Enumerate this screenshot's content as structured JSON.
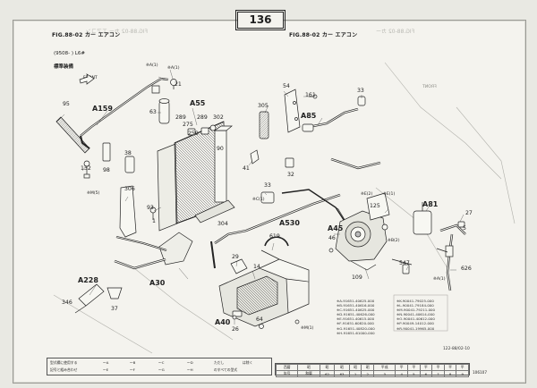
{
  "page_number": "136",
  "figure_left": "FIG.88-02",
  "figure_left_title": "カー エアコン",
  "figure_right": "FIG.88-02",
  "figure_right_title": "カー エアコン",
  "model_note": "(9508-    ) L6#",
  "standard_label": "標準装備",
  "front_label": "FRONT",
  "labels": {
    "n95": "95",
    "A159": "A159",
    "n132": "132",
    "n98": "98",
    "nM5": "※M(5)",
    "n38": "38",
    "n306": "306",
    "nA1": "※A(1)",
    "nA1b": "※A(1)",
    "n21": "21",
    "n63": "63",
    "A55": "A55",
    "n289a": "289",
    "n289b": "289",
    "n302": "302",
    "n275": "275",
    "n259": "259",
    "n93": "93",
    "n1": "1",
    "n41": "41",
    "n90": "90",
    "n304": "304",
    "A30": "A30",
    "A228": "A228",
    "n346": "346",
    "n37": "37",
    "n305": "305",
    "n54": "54",
    "n161": "161",
    "A85": "A85",
    "n33a": "33",
    "n32": "32",
    "n33b": "33",
    "nC1": "※C(1)",
    "A530": "A530",
    "n619": "619",
    "n29": "29",
    "n14": "14",
    "A40": "A40",
    "n26": "26",
    "n64": "64",
    "nM1": "※M(1)",
    "A45": "A45",
    "n46": "46",
    "n109": "109",
    "nE2": "※E(2)",
    "nE1": "※E(1)",
    "n125": "125",
    "A81": "A81",
    "n27": "27",
    "n5": "5",
    "n547": "547",
    "n626": "626",
    "nA1c": "※A(1)",
    "nB2": "※B(2)"
  },
  "legend": [
    "※A-91651-40625-000",
    "※B-91651-40616-000",
    "※C-91651-40625-000",
    "※D-91651-40626-000",
    "※E-91651-40615-000",
    "※F-91651-60820-000",
    "※G-91651-40820-000",
    "※H-91651-61000-000",
    "※K-90041-79025-000",
    "※L-90041-79184-000",
    "※M-90041-79211-000",
    "※N-90041-40614-000",
    "※O-90041-40612-000",
    "※P-90049-14012-000",
    "※R-90041-19965-000"
  ],
  "figure_ref": "122-88/02-10",
  "footer_left": {
    "row1": "型式欄に使用する",
    "row2": "記号と組み合わせ",
    "c1": "～A",
    "c2": "～B",
    "c3": "～C",
    "c4": "～D",
    "c5": "ただし",
    "c6": "は除く",
    "c7": "～E",
    "c8": "～F",
    "c9": "～G",
    "c10": "～H",
    "c11": "のすべての型式"
  },
  "footer_right": {
    "head": [
      "西暦",
      "昭",
      "昭",
      "昭",
      "昭",
      "昭",
      "平成",
      "平",
      "平",
      "平",
      "平",
      "平",
      "平"
    ],
    "vals": [
      "年号",
      "和暦",
      "62",
      "63",
      "1",
      "2",
      "3",
      "4",
      "5",
      "6",
      "7",
      "8",
      "9"
    ]
  },
  "page_code": "106107"
}
